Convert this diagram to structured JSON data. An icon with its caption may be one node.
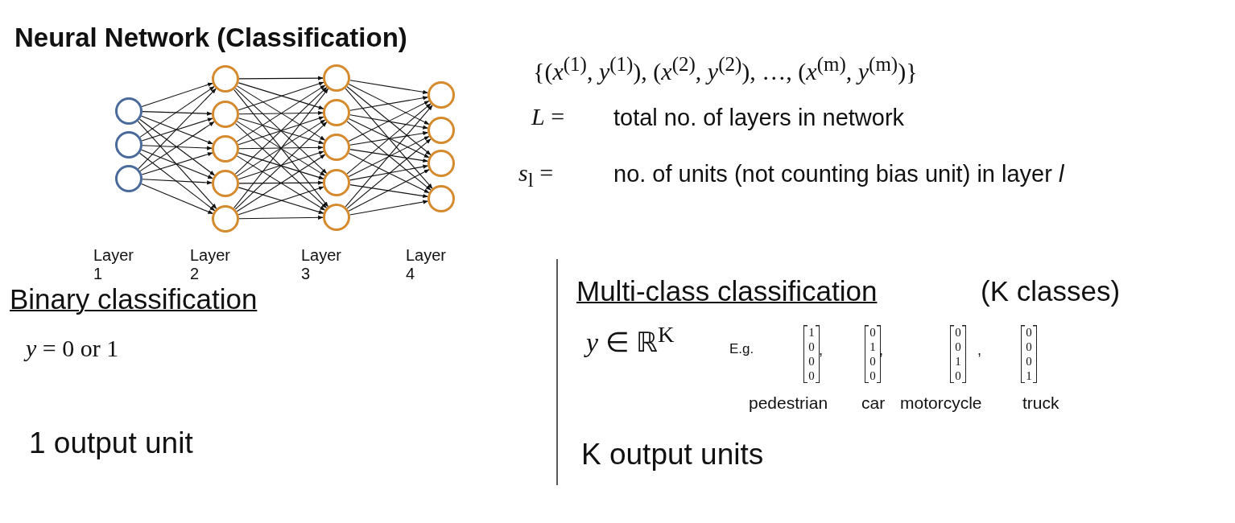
{
  "diagram": {
    "title": "Neural Network (Classification)",
    "nodes": [
      {
        "text": [],
        "shape": "circle"
      },
      {
        "text": [],
        "shape": "circle"
      },
      {
        "text": [],
        "shape": "circle"
      },
      {
        "text": [],
        "shape": "circle"
      },
      {
        "text": [],
        "shape": "circle"
      },
      {
        "text": [],
        "shape": "circle"
      },
      {
        "text": [],
        "shape": "circle"
      },
      {
        "text": [],
        "shape": "circle"
      },
      {
        "text": [],
        "shape": "circle"
      },
      {
        "text": [],
        "shape": "circle"
      },
      {
        "text": [],
        "shape": "circle"
      },
      {
        "text": [],
        "shape": "circle"
      },
      {
        "text": [],
        "shape": "circle"
      },
      {
        "text": [],
        "shape": "circle"
      },
      {
        "text": [],
        "shape": "circle"
      },
      {
        "text": [],
        "shape": "circle"
      },
      {
        "text": [],
        "shape": "circle"
      }
    ],
    "edges": [
      {
        "from": 0,
        "to": 3,
        "arrow": "to"
      },
      {
        "from": 0,
        "to": 4,
        "arrow": "to"
      },
      {
        "from": 0,
        "to": 5,
        "arrow": "to"
      },
      {
        "from": 0,
        "to": 6,
        "arrow": "to"
      },
      {
        "from": 0,
        "to": 7,
        "arrow": "to"
      },
      {
        "from": 1,
        "to": 3,
        "arrow": "to"
      },
      {
        "from": 1,
        "to": 4,
        "arrow": "to"
      },
      {
        "from": 1,
        "to": 5,
        "arrow": "to"
      },
      {
        "from": 1,
        "to": 6,
        "arrow": "to"
      },
      {
        "from": 1,
        "to": 7,
        "arrow": "to"
      },
      {
        "from": 2,
        "to": 3,
        "arrow": "to"
      },
      {
        "from": 2,
        "to": 4,
        "arrow": "to"
      },
      {
        "from": 2,
        "to": 5,
        "arrow": "to"
      },
      {
        "from": 2,
        "to": 6,
        "arrow": "to"
      },
      {
        "from": 2,
        "to": 7,
        "arrow": "to"
      },
      {
        "from": 3,
        "to": 8,
        "arrow": "to"
      },
      {
        "from": 3,
        "to": 9,
        "arrow": "to"
      },
      {
        "from": 3,
        "to": 10,
        "arrow": "to"
      },
      {
        "from": 3,
        "to": 11,
        "arrow": "to"
      },
      {
        "from": 3,
        "to": 12,
        "arrow": "to"
      },
      {
        "from": 4,
        "to": 8,
        "arrow": "to"
      },
      {
        "from": 4,
        "to": 9,
        "arrow": "to"
      },
      {
        "from": 4,
        "to": 10,
        "arrow": "to"
      },
      {
        "from": 4,
        "to": 11,
        "arrow": "to"
      },
      {
        "from": 4,
        "to": 12,
        "arrow": "to"
      },
      {
        "from": 5,
        "to": 8,
        "arrow": "to"
      },
      {
        "from": 5,
        "to": 9,
        "arrow": "to"
      },
      {
        "from": 5,
        "to": 10,
        "arrow": "to"
      },
      {
        "from": 5,
        "to": 11,
        "arrow": "to"
      },
      {
        "from": 5,
        "to": 12,
        "arrow": "to"
      },
      {
        "from": 6,
        "to": 8,
        "arrow": "to"
      },
      {
        "from": 6,
        "to": 9,
        "arrow": "to"
      },
      {
        "from": 6,
        "to": 10,
        "arrow": "to"
      },
      {
        "from": 6,
        "to": 11,
        "arrow": "to"
      },
      {
        "from": 6,
        "to": 12,
        "arrow": "to"
      },
      {
        "from": 7,
        "to": 8,
        "arrow": "to"
      },
      {
        "from": 7,
        "to": 9,
        "arrow": "to"
      },
      {
        "from": 7,
        "to": 10,
        "arrow": "to"
      },
      {
        "from": 7,
        "to": 11,
        "arrow": "to"
      },
      {
        "from": 7,
        "to": 12,
        "arrow": "to"
      },
      {
        "from": 8,
        "to": 13,
        "arrow": "to"
      },
      {
        "from": 8,
        "to": 14,
        "arrow": "to"
      },
      {
        "from": 8,
        "to": 15,
        "arrow": "to"
      },
      {
        "from": 8,
        "to": 16,
        "arrow": "to"
      },
      {
        "from": 9,
        "to": 13,
        "arrow": "to"
      },
      {
        "from": 9,
        "to": 14,
        "arrow": "to"
      },
      {
        "from": 9,
        "to": 15,
        "arrow": "to"
      },
      {
        "from": 9,
        "to": 16,
        "arrow": "to"
      },
      {
        "from": 10,
        "to": 13,
        "arrow": "to"
      },
      {
        "from": 10,
        "to": 14,
        "arrow": "to"
      },
      {
        "from": 10,
        "to": 15,
        "arrow": "to"
      },
      {
        "from": 10,
        "to": 16,
        "arrow": "to"
      },
      {
        "from": 11,
        "to": 13,
        "arrow": "to"
      },
      {
        "from": 11,
        "to": 14,
        "arrow": "to"
      },
      {
        "from": 11,
        "to": 15,
        "arrow": "to"
      },
      {
        "from": 11,
        "to": 16,
        "arrow": "to"
      },
      {
        "from": 12,
        "to": 13,
        "arrow": "to"
      },
      {
        "from": 12,
        "to": 14,
        "arrow": "to"
      },
      {
        "from": 12,
        "to": 15,
        "arrow": "to"
      },
      {
        "from": 12,
        "to": 16,
        "arrow": "to"
      }
    ],
    "labels": [
      "Layer 1",
      "Layer 2",
      "Layer 3",
      "Layer 4",
      "{(*x*$^{(1)}$, *y*$^{(1)}$), (*x*$^{(2)}$, *y*$^{(2)}$), …, (*x*$^{(m)}$, *y*$^{(m)}$)}",
      "*L* =",
      "total no. of layers in network",
      "*s*$_{l}$ =",
      "no. of units (not counting bias unit) in layer *l*",
      "Binary classification",
      "*y* = 0 or 1",
      "1 output unit",
      "Multi-class classification",
      "(K classes)",
      "*y* ∈ ℝ$^{K}$",
      "E.g.",
      "1 0 0 0",
      ",",
      "0 1 0 0",
      ",",
      "0 0 1 0",
      ",",
      "0 0 0 1",
      "pedestrian",
      "car",
      "motorcycle",
      "truck",
      "K output units"
    ]
  }
}
